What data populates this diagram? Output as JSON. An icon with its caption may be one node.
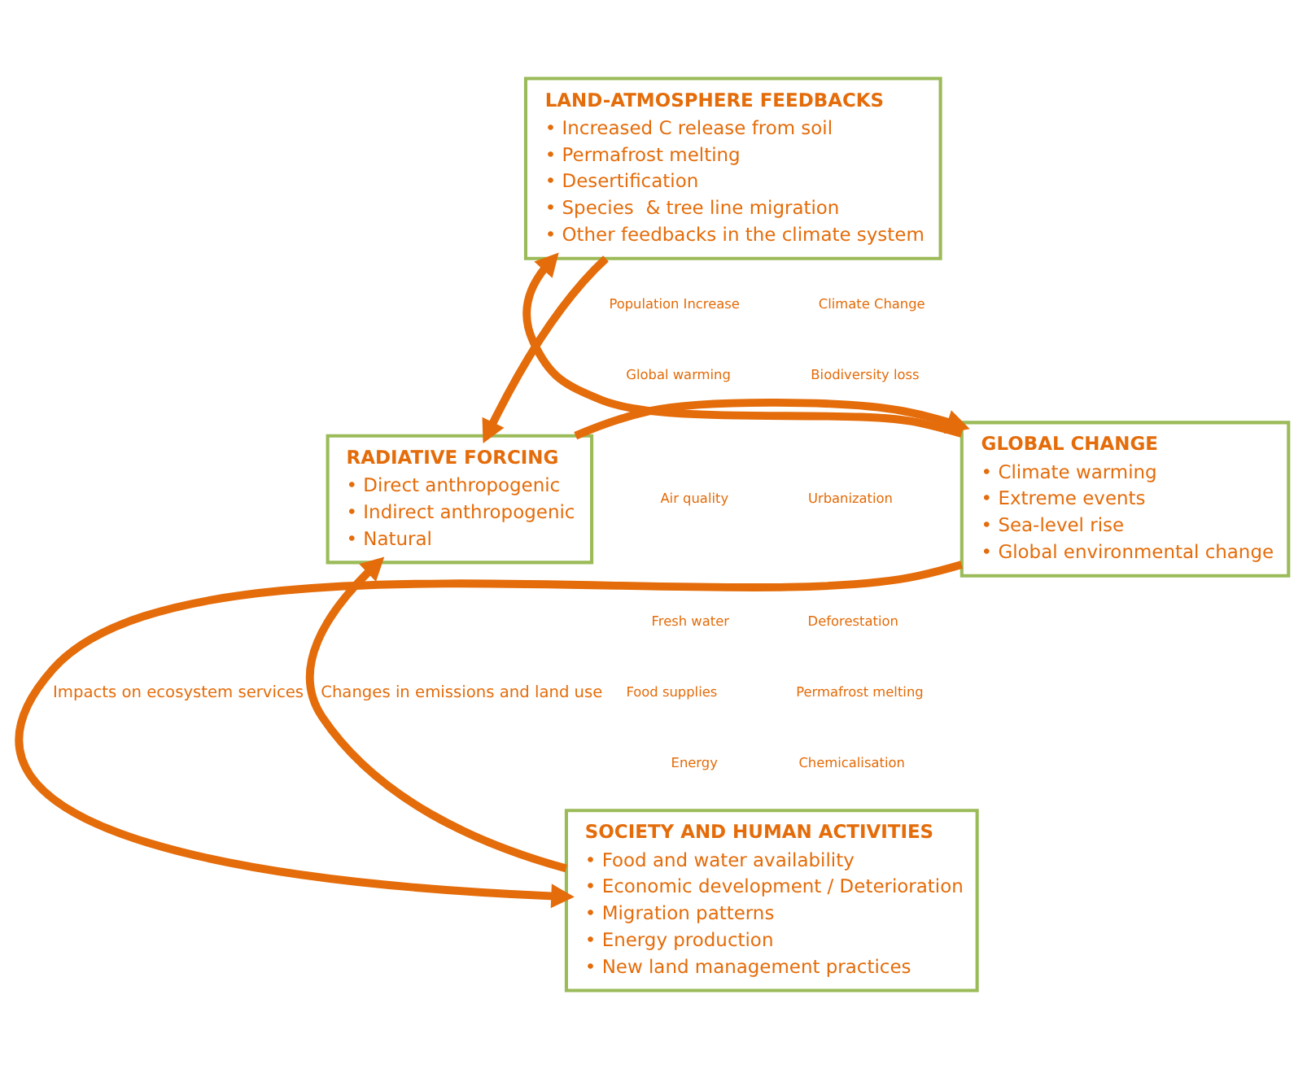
{
  "diagram": {
    "nodes": [
      {
        "text": [
          "LAND-ATMOSPHERE FEEDBACKS",
          "• Increased C release from soil",
          "• Permafrost melting",
          "• Desertification",
          "• Species  & tree line migration",
          "• Other feedbacks in the climate system"
        ]
      },
      {
        "text": [
          "RADIATIVE FORCING",
          "• Direct anthropogenic",
          "• Indirect anthropogenic",
          "• Natural"
        ]
      },
      {
        "text": [
          "GLOBAL CHANGE",
          "• Climate warming",
          "• Extreme events",
          "• Sea-level rise",
          "• Global environmental change"
        ]
      },
      {
        "text": [
          "SOCIETY AND HUMAN ACTIVITIES",
          "• Food and water availability",
          "• Economic development / Deterioration",
          "• Migration patterns",
          "• Energy production",
          "• New land management practices"
        ]
      }
    ],
    "edges": [
      {
        "from": 0,
        "to": 1,
        "arrow": "to"
      },
      {
        "from": 2,
        "to": 0,
        "arrow": "to"
      },
      {
        "from": 1,
        "to": 2,
        "arrow": "to"
      },
      {
        "from": 2,
        "to": 3,
        "arrow": "to",
        "label": "Impacts on ecosystem services"
      },
      {
        "from": 3,
        "to": 1,
        "arrow": "to",
        "label": "Changes in emissions and land use"
      }
    ],
    "labels": [
      "Population Increase",
      "Climate Change",
      "Global warming",
      "Biodiversity loss",
      "Air quality",
      "Urbanization",
      "Fresh water",
      "Deforestation",
      "Food supplies",
      "Permafrost melting",
      "Energy",
      "Chemicalisation"
    ]
  }
}
